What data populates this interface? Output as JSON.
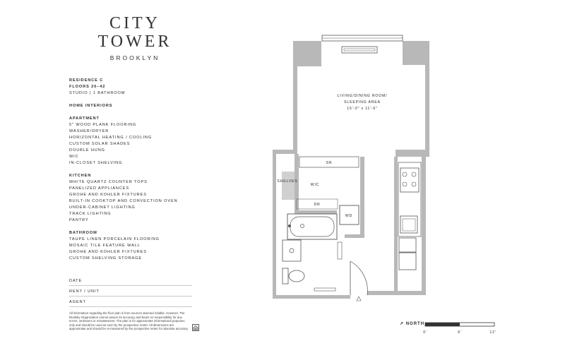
{
  "logo": {
    "line1": "CITY",
    "line2": "TOWER",
    "line3": "BROOKLYN"
  },
  "unit": {
    "residence": "RESIDENCE C",
    "floors": "FLOORS 20–42",
    "type": "STUDIO  |  1 BATHROOM"
  },
  "home_interiors": "HOME INTERIORS",
  "sections": [
    {
      "heading": "APARTMENT",
      "items": [
        "5\" WOOD PLANK FLOORING",
        "WASHER/DRYER",
        "HORIZONTAL HEATING / COOLING",
        "CUSTOM SOLAR SHADES",
        "DOUBLE HUNG",
        "WIC",
        "IN-CLOSET SHELVING"
      ]
    },
    {
      "heading": "KITCHEN",
      "items": [
        "WHITE QUARTZ COUNTER TOPS",
        "PANELIZED APPLIANCES",
        "GROHE AND KOHLER FIXTURES",
        "BUILT-IN COOKTOP AND CONVECTION OVEN",
        "UNDER-CABINET LIGHTING",
        "TRACK LIGHTING",
        "PANTRY"
      ]
    },
    {
      "heading": "BATHROOM",
      "items": [
        "TAUPE LINEN PORCELAIN FLOORING",
        "MOSAIC TILE FEATURE WALL",
        "GROHE AND KOHLER FIXTURES",
        "CUSTOM SHELVING STORAGE"
      ]
    }
  ],
  "fields": {
    "date": "DATE",
    "rent": "RENT / UNIT",
    "agent": "AGENT"
  },
  "disclaimer": "All information regarding the floor plan is from sources deemed reliable. However, The Brodsky Organization cannot assure its accuracy and bears no responsibility for any errors, omissions or misstatement. The plan is for approximate informational purposes only and should be used as such by the prospective renter. All dimensions are approximate and should be re-measured by the prospective renter for absolute accuracy.",
  "plan": {
    "living_line1": "LIVING/DINING ROOM/",
    "living_line2": "SLEEPING AREA",
    "living_dims": "15'-0\" x 11'-6\"",
    "sr": "SR",
    "wic": "WIC",
    "shelves": "SHELVES",
    "dr": "DR",
    "wd": "WD"
  },
  "north": "NORTH",
  "scale": {
    "s0": "0'",
    "s1": "6'",
    "s2": "12'"
  },
  "colors": {
    "wall": "#b8b8b8",
    "line": "#6a6a6a",
    "text": "#2b2b2b"
  }
}
